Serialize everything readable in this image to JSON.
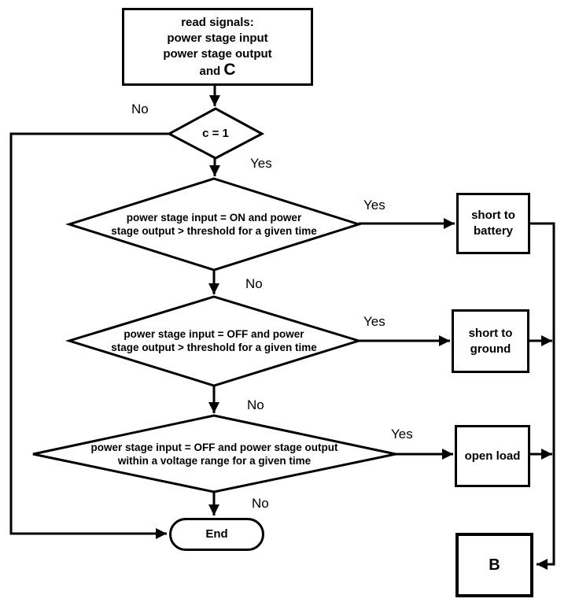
{
  "colors": {
    "background": "#ffffff",
    "stroke": "#000000",
    "text": "#000000"
  },
  "nodes": {
    "read_signals": {
      "line1": "read signals:",
      "line2": "power stage input",
      "line3": "power stage output",
      "line4_prefix": "and ",
      "line4_c": "C"
    },
    "c_check": {
      "label": "c = 1"
    },
    "short_battery_check": {
      "line1": "power stage input = ON and power",
      "line2": "stage output > threshold for a given time"
    },
    "short_ground_check": {
      "line1": "power stage input = OFF and power",
      "line2": "stage output > threshold for a given time"
    },
    "open_load_check": {
      "line1": "power stage input = OFF and power stage output",
      "line2": "within a voltage range for a given time"
    },
    "short_to_battery": {
      "label": "short to battery"
    },
    "short_to_ground": {
      "label": "short to ground"
    },
    "open_load": {
      "label": "open load"
    },
    "end_node": {
      "label": "End"
    },
    "b_node": {
      "label": "B"
    }
  },
  "edge_labels": {
    "c_check_no": "No",
    "c_check_yes": "Yes",
    "short_battery_yes": "Yes",
    "short_battery_no": "No",
    "short_ground_yes": "Yes",
    "short_ground_no": "No",
    "open_load_yes": "Yes",
    "open_load_no": "No"
  }
}
